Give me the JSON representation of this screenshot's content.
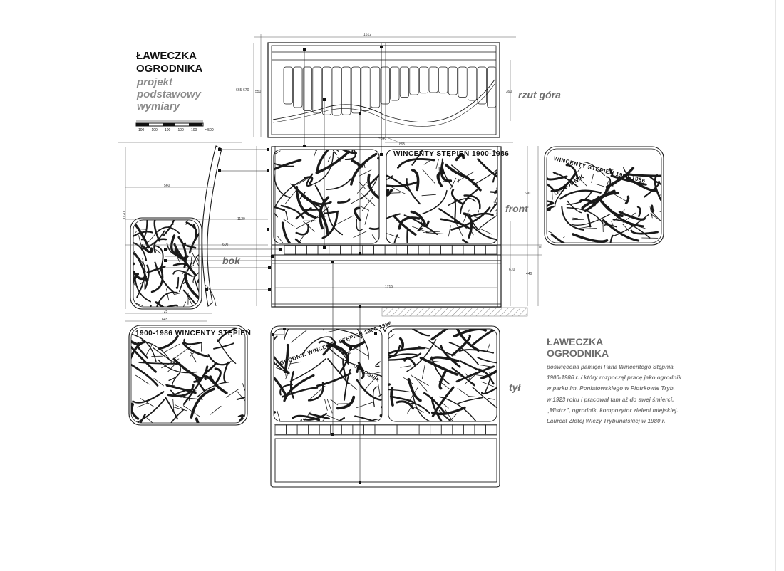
{
  "header": {
    "title_line1": "ŁAWECZKA",
    "title_line2": "OGRODNIKA",
    "subtitle_line1": "projekt",
    "subtitle_line2": "podstawowy",
    "subtitle_line3": "wymiary"
  },
  "scale_bar": {
    "labels": [
      "100",
      "100",
      "100",
      "100",
      "100"
    ],
    "total": "= 500"
  },
  "views": {
    "top": "rzut góra",
    "front": "front",
    "side": "bok",
    "back": "tył"
  },
  "dimensions": {
    "top_width": "1612",
    "top_depth_total": "665-670",
    "top_depth_inner": "550",
    "top_seat_depth": "390",
    "top_mid": "~640",
    "front_width": "895",
    "front_panel_height": "690",
    "front_gap": "70",
    "front_seat_height": "610",
    "front_leg_height": "440",
    "front_base_width": "1715",
    "side_width_upper": "560",
    "side_height": "1120",
    "side_height_right": "1120",
    "side_mid": "600",
    "side_base": "725",
    "side_base2": "645"
  },
  "panel_inscriptions": {
    "front": "WINCENTY STĘPIEŃ 1900-1986",
    "side_panel": "WINCENTY STĘPIEŃ 1900-1986",
    "side_panel_lower": "OGRODNIK",
    "back_left": "1900-1986 WINCENTY STĘPIEŃ",
    "back_center": "OGRODNIK WINCENTY STĘPIEŃ 1900-1986",
    "back_center_lower": "OGRODNIK"
  },
  "description": {
    "title_line1": "ŁAWECZKA",
    "title_line2": "OGRODNIKA",
    "lines": [
      "poświęcona pamięci Pana Wincentego Stępnia",
      "1900-1986 r. / który rozpoczął pracę jako ogrodnik",
      "w parku im. Poniatowskiego w Piotrkowie Tryb.",
      "w 1923 roku i pracował tam aż do swej śmierci.",
      "„Mistrz”, ogrodnik, kompozytor zieleni miejskiej.",
      "Laureat Złotej Wieży Trybunalskiej w 1980 r."
    ]
  },
  "colors": {
    "line": "#1a1a1a",
    "dim": "#555555",
    "accent_text": "#777777"
  }
}
